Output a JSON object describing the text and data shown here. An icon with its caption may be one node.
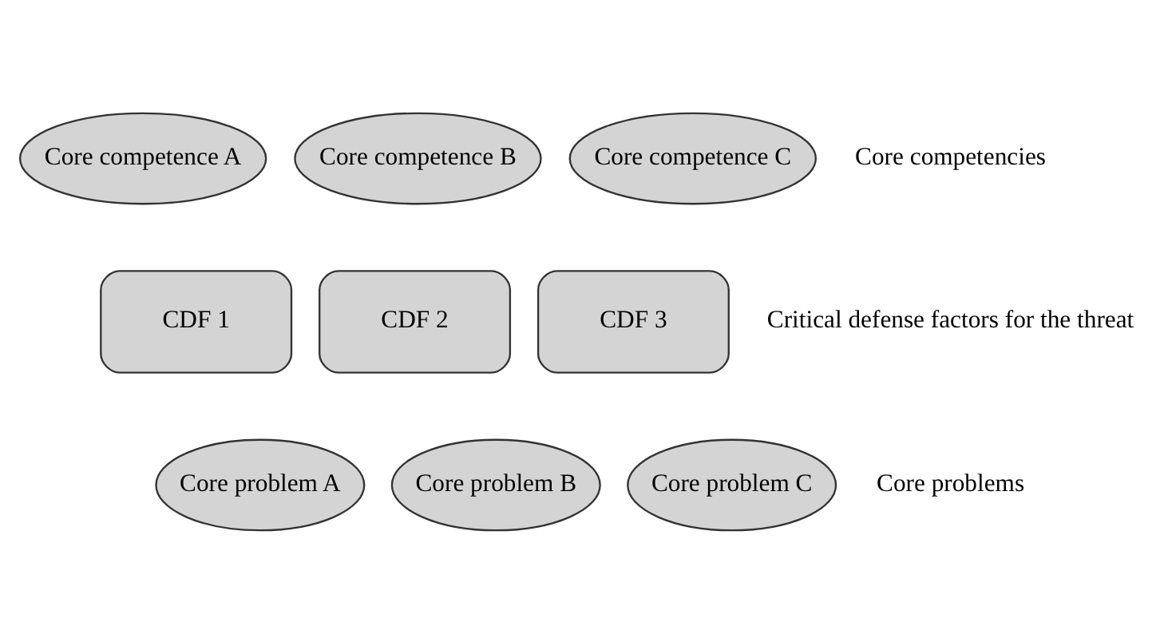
{
  "diagram": {
    "nodes": [
      {
        "text": [
          "Core competence A"
        ]
      },
      {
        "text": [
          "Core competence B"
        ]
      },
      {
        "text": [
          "Core competence C"
        ]
      },
      {
        "text": [
          "CDF 1"
        ]
      },
      {
        "text": [
          "CDF 2"
        ]
      },
      {
        "text": [
          "CDF 3"
        ]
      },
      {
        "text": [
          "Core problem A"
        ]
      },
      {
        "text": [
          "Core problem B"
        ]
      },
      {
        "text": [
          "Core problem C"
        ]
      }
    ],
    "edges": [],
    "labels": [
      "Core competencies",
      "Critical defense factors for the threat",
      "Core problems"
    ]
  }
}
